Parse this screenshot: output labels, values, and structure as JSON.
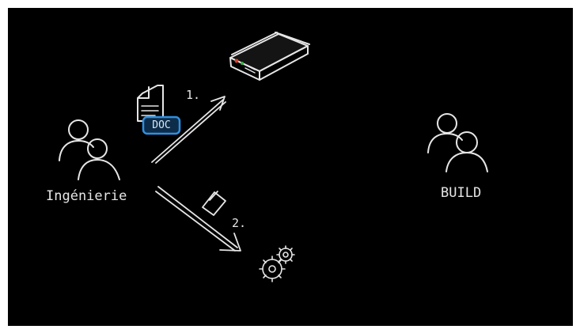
{
  "diagram": {
    "background": "#000000",
    "stroke_color": "#e6e6e6",
    "accent_color": "#2f8fe0",
    "actors": [
      {
        "label": "Ingénierie",
        "icon": "users-icon"
      },
      {
        "label": "BUILD",
        "icon": "users-icon"
      }
    ],
    "document": {
      "label": "DOC",
      "icon": "document-icon"
    },
    "steps": [
      {
        "label": "1.",
        "target_icon": "server-icon"
      },
      {
        "label": "2.",
        "target_icon": "gears-icon"
      }
    ],
    "package_icon": "package-icon"
  }
}
